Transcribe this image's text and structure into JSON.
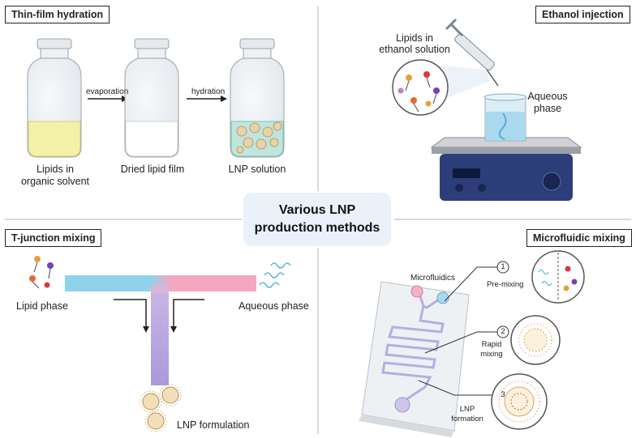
{
  "title": {
    "line1": "Various LNP",
    "line2": "production methods"
  },
  "panels": {
    "thin_film": {
      "heading": "Thin-film hydration",
      "step1_line1": "Lipids in",
      "step1_line2": "organic solvent",
      "arrow1": "evaporation",
      "step2": "Dried lipid film",
      "arrow2": "hydration",
      "step3": "LNP solution"
    },
    "ethanol": {
      "heading": "Ethanol injection",
      "syringe_line1": "Lipids in",
      "syringe_line2": "ethanol solution",
      "beaker_line1": "Aqueous",
      "beaker_line2": "phase"
    },
    "t_junction": {
      "heading": "T-junction mixing",
      "left": "Lipid phase",
      "right": "Aqueous phase",
      "bottom": "LNP formulation"
    },
    "microfluidic": {
      "heading": "Microfluidic mixing",
      "chip": "Microfluidics",
      "step1_num": "1",
      "step1": "Pre-mixing",
      "step2_num": "2",
      "step2_line1": "Rapid",
      "step2_line2": "mixing",
      "step3_num": "3",
      "step3_line1": "LNP",
      "step3_line2": "formation"
    }
  },
  "colors": {
    "lipid_blue": "#8fd3ea",
    "aqueous_pink": "#f5a7c1",
    "mix_purple": "#b9a5e0",
    "hotplate": "#2c3e7a",
    "center_box": "#eaf1fb"
  }
}
